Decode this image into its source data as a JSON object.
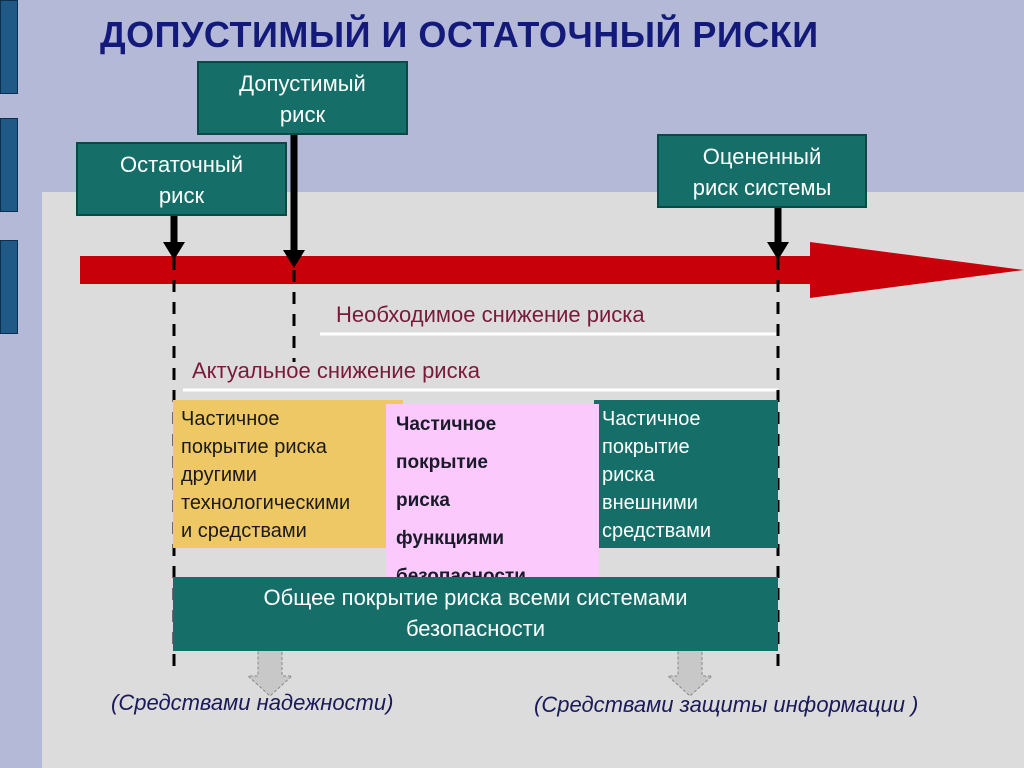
{
  "title": "ДОПУСТИМЫЙ И ОСТАТОЧНЫЙ РИСКИ",
  "boxes": {
    "acceptable": [
      "Допустимый",
      "риск"
    ],
    "residual": [
      "Остаточный",
      "риск"
    ],
    "assessed": [
      "Оцененный",
      "риск системы"
    ]
  },
  "labels": {
    "required_reduction": "Необходимое снижение риска",
    "actual_reduction": "Актуальное снижение риска"
  },
  "cells": {
    "other_tech": [
      "Частичное",
      "покрытие риска",
      "другими",
      "технологическими",
      "и средствами"
    ],
    "security_functions": [
      "Частичное",
      "покрытие",
      "риска",
      "функциями",
      "безопасности"
    ],
    "external": [
      "Частичное",
      "покрытие",
      "риска",
      "внешними",
      "средствами"
    ]
  },
  "total": [
    "Общее покрытие риска всеми системами",
    "безопасности"
  ],
  "footers": {
    "reliability": "(Средствами надежности)",
    "info_protection": "(Средствами защиты информации )"
  },
  "colors": {
    "title": "#141a7a",
    "teal": "#156f68",
    "arrow": "#c8000a",
    "yellow": "#efc866",
    "pink": "#fcc9fc"
  }
}
